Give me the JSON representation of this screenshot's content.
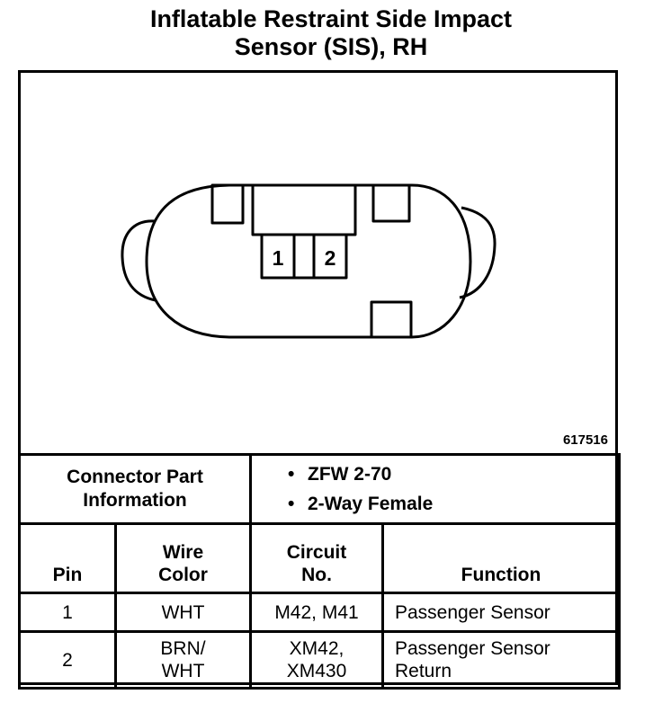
{
  "title": {
    "line1": "Inflatable Restraint Side Impact",
    "line2": "Sensor (SIS), RH"
  },
  "diagram": {
    "pin_labels": [
      "1",
      "2"
    ],
    "figure_number": "617516"
  },
  "connector_info": {
    "label_line1": "Connector Part",
    "label_line2": "Information",
    "items": [
      "ZFW 2-70",
      "2-Way Female"
    ]
  },
  "table": {
    "headers": {
      "pin": "Pin",
      "wire_color_line1": "Wire",
      "wire_color_line2": "Color",
      "circuit_line1": "Circuit",
      "circuit_line2": "No.",
      "function": "Function"
    },
    "rows": [
      {
        "pin": "1",
        "wire_color_line1": "WHT",
        "wire_color_line2": "",
        "circuit_line1": "M42, M41",
        "circuit_line2": "",
        "function_line1": "Passenger Sensor",
        "function_line2": ""
      },
      {
        "pin": "2",
        "wire_color_line1": "BRN/",
        "wire_color_line2": "WHT",
        "circuit_line1": "XM42,",
        "circuit_line2": "XM430",
        "function_line1": "Passenger Sensor",
        "function_line2": "Return"
      }
    ]
  }
}
